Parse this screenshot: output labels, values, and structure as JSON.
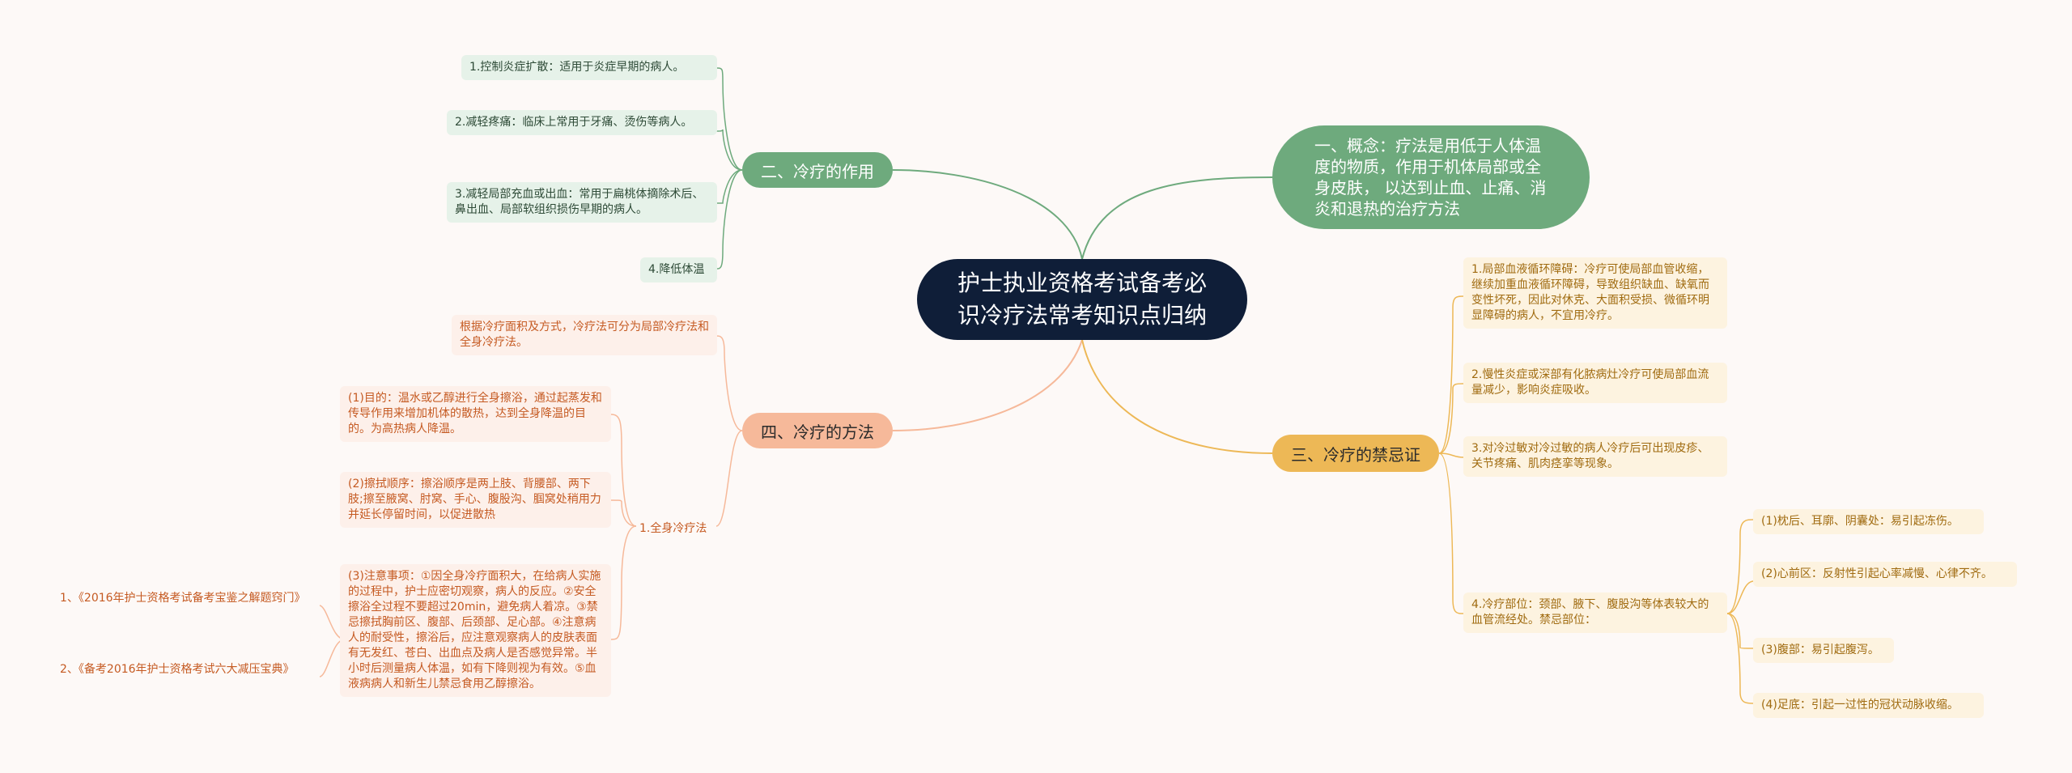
{
  "central": "护士执业资格考试备考必识冷疗法常考知识点归纳",
  "concept": {
    "label": "一、概念：疗法是用低于人体温度的物质，作用于机体局部或全身皮肤， 以达到止血、止痛、消炎和退热的治疗方法"
  },
  "effects": {
    "label": "二、冷疗的作用",
    "items": [
      "1.控制炎症扩散：适用于炎症早期的病人。",
      "2.减轻疼痛：临床上常用于牙痛、烫伤等病人。",
      "3.减轻局部充血或出血：常用于扁桃体摘除术后、鼻出血、局部软组织损伤早期的病人。",
      "4.降低体温"
    ]
  },
  "methods": {
    "label": "四、冷疗的方法",
    "intro": "根据冷疗面积及方式，冷疗法可分为局部冷疗法和全身冷疗法。",
    "whole_body": {
      "label": "1.全身冷疗法",
      "items": [
        "(1)目的：温水或乙醇进行全身擦浴，通过起蒸发和传导作用来增加机体的散热，达到全身降温的目的。为高热病人降温。",
        "(2)擦拭顺序：擦浴顺序是两上肢、背腰部、两下肢;擦至腋窝、肘窝、手心、腹股沟、腘窝处稍用力并延长停留时间，以促进散热",
        "(3)注意事项：①因全身冷疗面积大，在给病人实施的过程中，护士应密切观察，病人的反应。②安全擦浴全过程不要超过20min，避免病人着凉。③禁忌擦拭胸前区、腹部、后颈部、足心部。④注意病人的耐受性，擦浴后，应注意观察病人的皮肤表面有无发红、苍白、出血点及病人是否感觉异常。半小时后测量病人体温，如有下降则视为有效。⑤血液病病人和新生儿禁忌食用乙醇擦浴。"
      ]
    },
    "references": [
      "1、《2016年护士资格考试备考宝鉴之解题窍门》",
      "2、《备考2016年护士资格考试六大减压宝典》"
    ]
  },
  "contra": {
    "label": "三、冷疗的禁忌证",
    "items": [
      "1.局部血液循环障碍：冷疗可使局部血管收缩，继续加重血液循环障碍，导致组织缺血、缺氧而变性坏死，因此对休克、大面积受损、微循环明显障碍的病人，不宜用冷疗。",
      "2.慢性炎症或深部有化脓病灶冷疗可使局部血流量减少，影响炎症吸收。",
      "3.对冷过敏对冷过敏的病人冷疗后可出现皮疹、关节疼痛、肌肉痉挛等现象。",
      "4.冷疗部位：颈部、腋下、腹股沟等体表较大的血管流经处。禁忌部位："
    ],
    "sites": [
      "(1)枕后、耳廓、阴囊处：易引起冻伤。",
      "(2)心前区：反射性引起心率减慢、心律不齐。",
      "(3)腹部：易引起腹泻。",
      "(4)足底：引起一过性的冠状动脉收缩。"
    ]
  },
  "colors": {
    "background": "#fdf9f7",
    "central": "#0f1e38",
    "green": "#6eaa7d",
    "orange": "#f6b99a",
    "yellow": "#edb856"
  }
}
